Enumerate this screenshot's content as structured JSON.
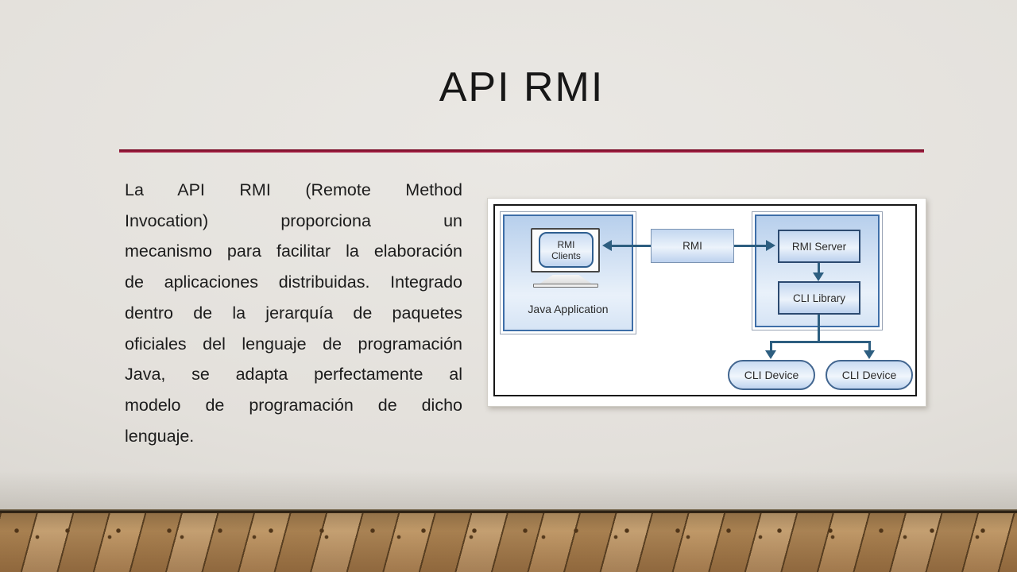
{
  "slide": {
    "title": "API RMI",
    "body_lines": [
      "La API RMI (Remote Method",
      "Invocation) proporciona un",
      "mecanismo para facilitar la elaboración",
      "de aplicaciones distribuidas. Integrado",
      "dentro de la jerarquía de paquetes",
      "oficiales del lenguaje de programación",
      "Java, se adapta perfectamente al",
      "modelo de programación de dicho",
      "lenguaje."
    ]
  },
  "diagram": {
    "client_monitor_label": "RMI\nClients",
    "java_application_label": "Java Application",
    "rmi_link_label": "RMI",
    "rmi_server_label": "RMI Server",
    "cli_library_label": "CLI Library",
    "devices": [
      {
        "label": "CLI Device"
      },
      {
        "label": "CLI Device"
      }
    ]
  },
  "colors": {
    "title_divider": "#a81e41",
    "wall": "#e3e0db",
    "floor_wood": "#b58a58",
    "diagram_node_fill": "#c3d7f0",
    "diagram_node_border": "#2c4a70",
    "diagram_container_border": "#3e6ea8",
    "diagram_arrow": "#2d5e80"
  }
}
